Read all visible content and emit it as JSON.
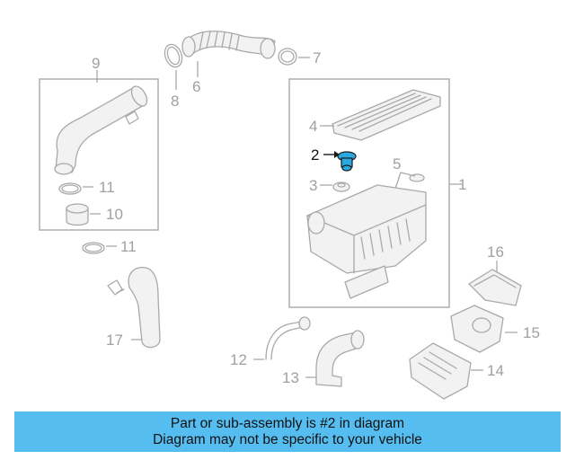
{
  "callouts": {
    "c1": "1",
    "c2": "2",
    "c3": "3",
    "c4": "4",
    "c5": "5",
    "c6": "6",
    "c7": "7",
    "c8": "8",
    "c9": "9",
    "c10": "10",
    "c11a": "11",
    "c11b": "11",
    "c12": "12",
    "c13": "13",
    "c14": "14",
    "c15": "15",
    "c16": "16",
    "c17": "17"
  },
  "banner": {
    "line1": "Part or sub-assembly is #2 in diagram",
    "line2": "Diagram may not be specific to your vehicle"
  },
  "colors": {
    "highlight_part": "#2aa8e0",
    "banner_bg": "#56bdf0",
    "line_gray": "#a9a9a9"
  }
}
